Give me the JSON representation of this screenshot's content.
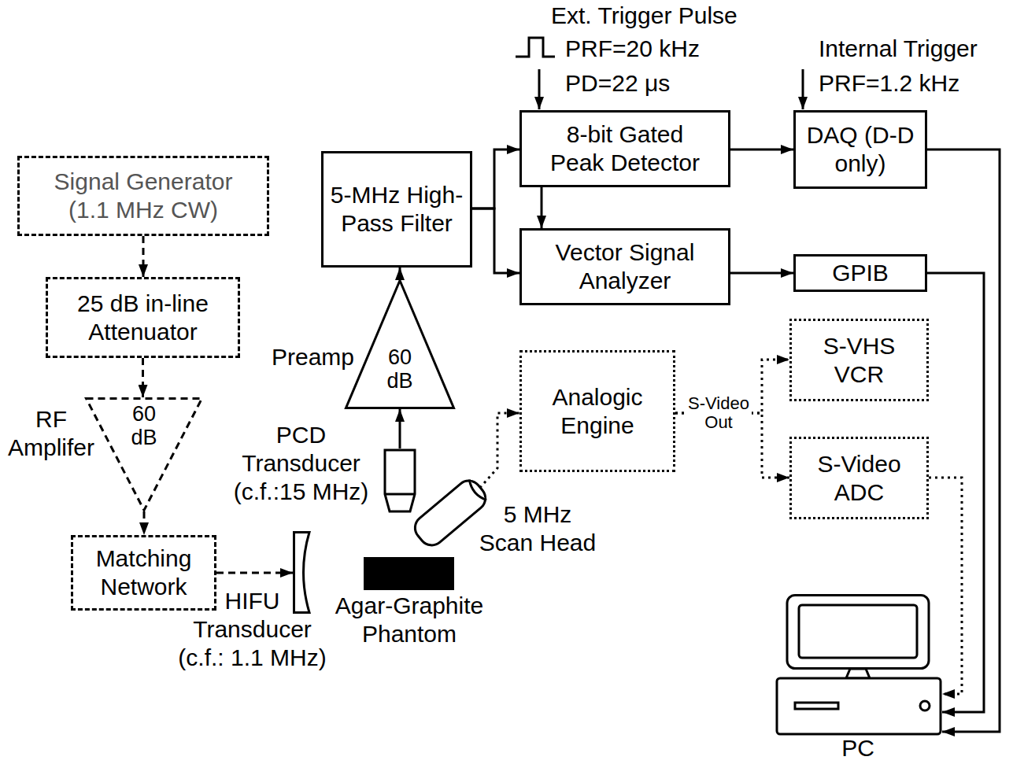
{
  "diagram": {
    "nodes": [
      {
        "text": [
          "Signal Generator (1.1 MHz CW)"
        ]
      },
      {
        "text": [
          "25 dB in-line Attenuator"
        ]
      },
      {
        "text": [
          "RF Amplifer",
          "60 dB"
        ]
      },
      {
        "text": [
          "Matching Network"
        ]
      },
      {
        "text": [
          "HIFU Transducer (c.f.: 1.1 MHz)"
        ]
      },
      {
        "text": [
          "Agar-Graphite Phantom"
        ]
      },
      {
        "text": [
          "PCD Transducer (c.f.:15 MHz)"
        ]
      },
      {
        "text": [
          "Preamp",
          "60 dB"
        ]
      },
      {
        "text": [
          "5-MHz High-Pass Filter"
        ]
      },
      {
        "text": [
          "8-bit Gated Peak Detector"
        ]
      },
      {
        "text": [
          "Vector Signal Analyzer"
        ]
      },
      {
        "text": [
          "DAQ (D-D only)"
        ]
      },
      {
        "text": [
          "GPIB"
        ]
      },
      {
        "text": [
          "5 MHz Scan Head"
        ]
      },
      {
        "text": [
          "Analogic Engine"
        ]
      },
      {
        "text": [
          "S-VHS VCR"
        ]
      },
      {
        "text": [
          "S-Video ADC"
        ]
      },
      {
        "text": [
          "PC"
        ]
      }
    ],
    "edges": [
      {
        "from": 0,
        "to": 1,
        "arrow": "to"
      },
      {
        "from": 1,
        "to": 2,
        "arrow": "to"
      },
      {
        "from": 2,
        "to": 3,
        "arrow": "to"
      },
      {
        "from": 3,
        "to": 4,
        "arrow": "to"
      },
      {
        "from": 6,
        "to": 7,
        "arrow": "to"
      },
      {
        "from": 7,
        "to": 8,
        "arrow": "to"
      },
      {
        "from": 8,
        "to": 9,
        "arrow": "to"
      },
      {
        "from": 8,
        "to": 10,
        "arrow": "to"
      },
      {
        "from": 9,
        "to": 10,
        "arrow": "to"
      },
      {
        "from": 9,
        "to": 11,
        "arrow": "to"
      },
      {
        "from": 10,
        "to": 12,
        "arrow": "to"
      },
      {
        "from": 11,
        "to": 17,
        "arrow": "to"
      },
      {
        "from": 12,
        "to": 17,
        "arrow": "to"
      },
      {
        "from": 13,
        "to": 14,
        "arrow": "to"
      },
      {
        "from": 14,
        "to": 15,
        "arrow": "to"
      },
      {
        "from": 14,
        "to": 16,
        "arrow": "to"
      },
      {
        "from": 16,
        "to": 17,
        "arrow": "to"
      }
    ],
    "labels": [
      "Ext. Trigger Pulse",
      "PRF=20 kHz",
      "PD=22 μs",
      "Internal Trigger",
      "PRF=1.2 kHz",
      "S-Video Out"
    ]
  }
}
